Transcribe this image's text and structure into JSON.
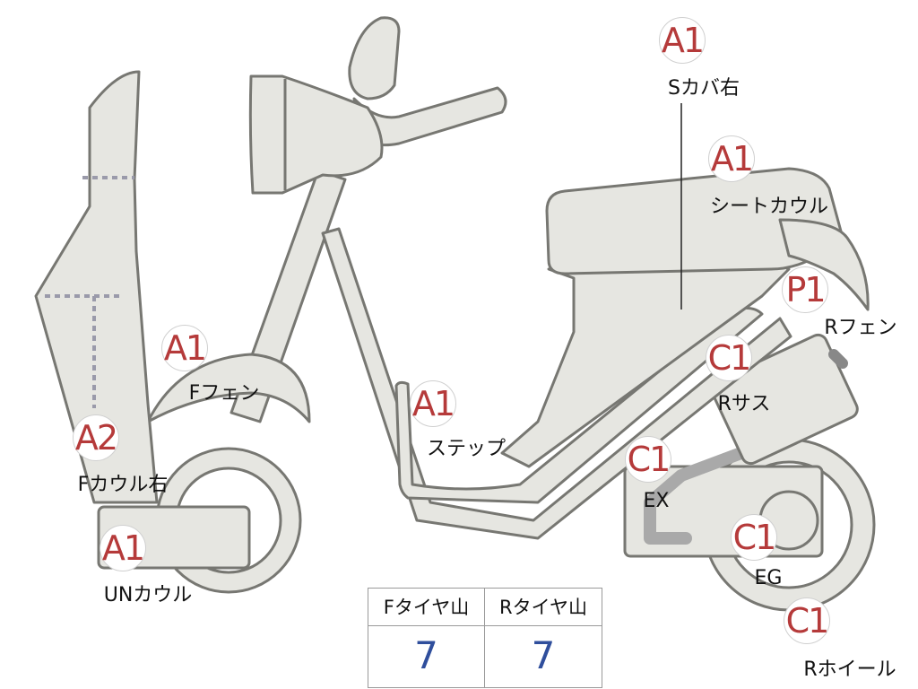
{
  "parts": [
    {
      "id": "s-cover-right",
      "grade": "A1",
      "label": "Sカバ右"
    },
    {
      "id": "seat-cowl",
      "grade": "A1",
      "label": "シートカウル"
    },
    {
      "id": "rear-fender",
      "grade": "P1",
      "label": "Rフェン"
    },
    {
      "id": "front-fender",
      "grade": "A1",
      "label": "Fフェン"
    },
    {
      "id": "step",
      "grade": "A1",
      "label": "ステップ"
    },
    {
      "id": "rear-suspension",
      "grade": "C1",
      "label": "Rサス"
    },
    {
      "id": "front-cowl-right",
      "grade": "A2",
      "label": "Fカウル右"
    },
    {
      "id": "exhaust",
      "grade": "C1",
      "label": "EX"
    },
    {
      "id": "under-cowl",
      "grade": "A1",
      "label": "UNカウル"
    },
    {
      "id": "engine",
      "grade": "C1",
      "label": "EG"
    },
    {
      "id": "rear-wheel",
      "grade": "C1",
      "label": "Rホイール"
    }
  ],
  "tire_table": {
    "headers": [
      "Fタイヤ山",
      "Rタイヤ山"
    ],
    "values": [
      "7",
      "7"
    ]
  }
}
